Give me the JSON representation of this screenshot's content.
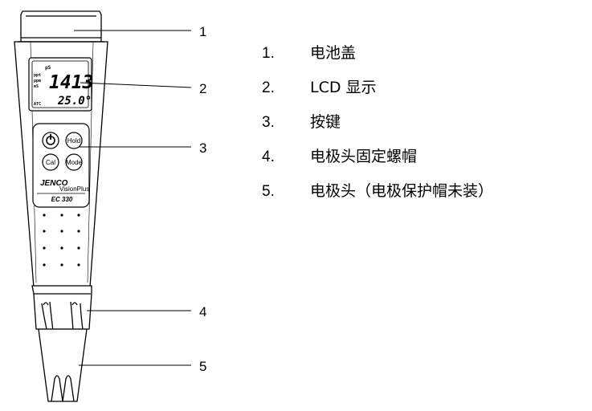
{
  "display": {
    "reading_main": "1413",
    "reading_temp": "25.0°",
    "unit_top": "μS",
    "mode_marks": [
      "ppt",
      "ppm",
      "mS"
    ],
    "bottom_mark": "ATC"
  },
  "keys": {
    "power_label": "⏻",
    "hold_label": "Hold",
    "cal_label": "Cal",
    "mode_label": "Mode"
  },
  "brand": {
    "name": "JENCO",
    "sub": "VisionPlus",
    "model": "EC 330"
  },
  "callouts": [
    "1",
    "2",
    "3",
    "4",
    "5"
  ],
  "legend": [
    {
      "num": "1.",
      "text": "电池盖"
    },
    {
      "num": "2.",
      "text": "LCD  显示"
    },
    {
      "num": "3.",
      "text": "按键"
    },
    {
      "num": "4.",
      "text": "电极头固定螺帽"
    },
    {
      "num": "5.",
      "text": "电极头（电极保护帽未装）"
    }
  ]
}
